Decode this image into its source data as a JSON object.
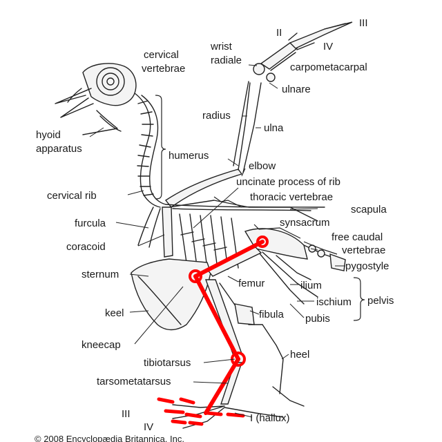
{
  "diagram": {
    "labels": {
      "cervical_vertebrae_1": "cervical",
      "cervical_vertebrae_2": "vertebrae",
      "wrist_radiale_1": "wrist",
      "wrist_radiale_2": "radiale",
      "digit_II": "II",
      "digit_III": "III",
      "digit_IV": "IV",
      "carpometacarpal": "carpometacarpal",
      "ulnare": "ulnare",
      "radius": "radius",
      "ulna": "ulna",
      "hyoid_1": "hyoid",
      "hyoid_2": "apparatus",
      "humerus": "humerus",
      "elbow": "elbow",
      "uncinate": "uncinate process of rib",
      "thoracic": "thoracic vertebrae",
      "cervical_rib": "cervical rib",
      "scapula": "scapula",
      "synsacrum": "synsacrum",
      "furcula": "furcula",
      "free_caudal_1": "free caudal",
      "free_caudal_2": "vertebrae",
      "coracoid": "coracoid",
      "pygostyle": "pygostyle",
      "sternum": "sternum",
      "femur": "femur",
      "ilium": "ilium",
      "ischium": "ischium",
      "pelvis": "pelvis",
      "keel": "keel",
      "fibula": "fibula",
      "pubis": "pubis",
      "kneecap": "kneecap",
      "heel": "heel",
      "tibiotarsus": "tibiotarsus",
      "tarsometatarsus": "tarsometatarsus",
      "toe_III": "III",
      "toe_IV": "IV",
      "hallux": "I (hallux)"
    },
    "copyright": "© 2008 Encyclopædia Britannica, Inc.",
    "colors": {
      "line_art": "#222222",
      "annotation": "#ff0000",
      "background": "#ffffff"
    }
  }
}
